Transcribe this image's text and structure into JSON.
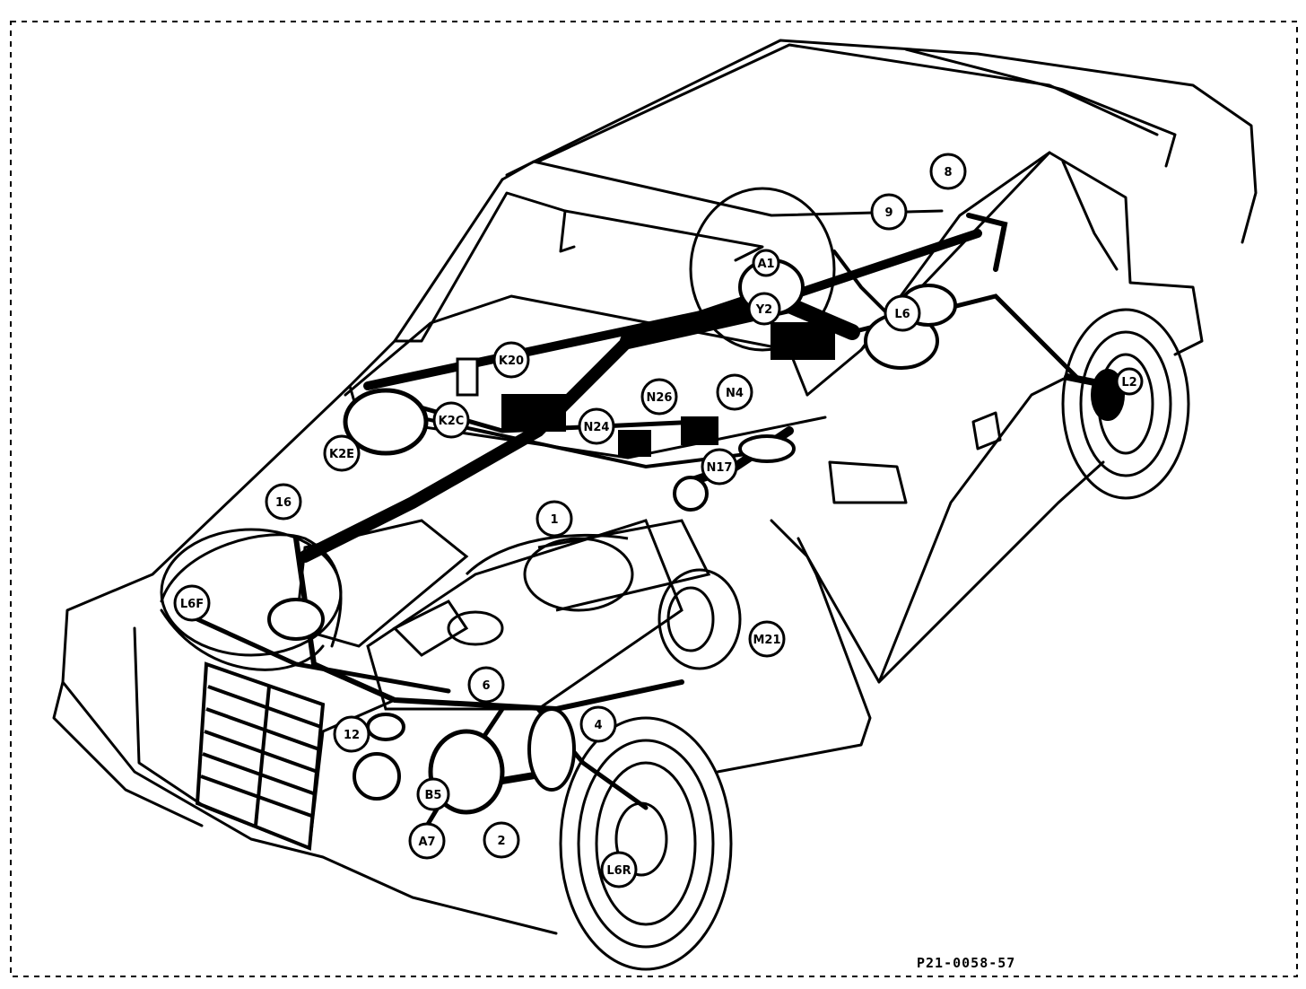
{
  "figure": {
    "code": "P21-0058-57"
  },
  "callouts": [
    {
      "id": "c-1",
      "label": "1"
    },
    {
      "id": "c-2",
      "label": "2"
    },
    {
      "id": "c-4",
      "label": "4"
    },
    {
      "id": "c-6",
      "label": "6"
    },
    {
      "id": "c-8",
      "label": "8"
    },
    {
      "id": "c-9",
      "label": "9"
    },
    {
      "id": "c-12",
      "label": "12"
    },
    {
      "id": "c-16",
      "label": "16"
    },
    {
      "id": "c-a7",
      "label": "A7"
    },
    {
      "id": "c-b5",
      "label": "B5"
    },
    {
      "id": "c-k20",
      "label": "K20"
    },
    {
      "id": "c-k2c",
      "label": "K2C"
    },
    {
      "id": "c-k2e",
      "label": "K2E"
    },
    {
      "id": "c-n24",
      "label": "N24"
    },
    {
      "id": "c-n26",
      "label": "N26"
    },
    {
      "id": "c-n4",
      "label": "N4"
    },
    {
      "id": "c-n17",
      "label": "N17"
    },
    {
      "id": "c-l6",
      "label": "L6"
    },
    {
      "id": "c-l6f",
      "label": "L6F"
    },
    {
      "id": "c-l6r",
      "label": "L6R"
    },
    {
      "id": "c-l2",
      "label": "L2"
    },
    {
      "id": "c-y2",
      "label": "Y2"
    },
    {
      "id": "c-a1",
      "label": "A1"
    },
    {
      "id": "c-m21",
      "label": "M21"
    }
  ]
}
